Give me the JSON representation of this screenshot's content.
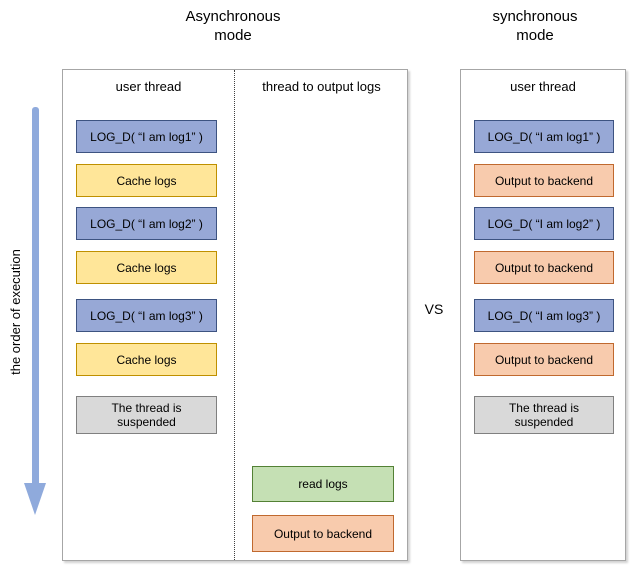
{
  "titles": {
    "async_line1": "Asynchronous",
    "async_line2": "mode",
    "sync_line1": "synchronous",
    "sync_line2": "mode",
    "vs_label": "VS"
  },
  "axis": {
    "order_label": "the order of execution"
  },
  "async_panel": {
    "user_thread_header": "user thread",
    "output_thread_header": "thread to output logs",
    "user_steps": [
      {
        "label": "LOG_D( “I am log1” )",
        "type": "log"
      },
      {
        "label": "Cache logs",
        "type": "cache"
      },
      {
        "label": "LOG_D( “I am log2” )",
        "type": "log"
      },
      {
        "label": "Cache logs",
        "type": "cache"
      },
      {
        "label": "LOG_D( “I am log3” )",
        "type": "log"
      },
      {
        "label": "Cache logs",
        "type": "cache"
      },
      {
        "label": "The thread is suspended",
        "type": "suspended"
      }
    ],
    "output_steps": [
      {
        "label": "read logs",
        "type": "read"
      },
      {
        "label": "Output to backend",
        "type": "output"
      }
    ]
  },
  "sync_panel": {
    "user_thread_header": "user thread",
    "user_steps": [
      {
        "label": "LOG_D( “I am log1” )",
        "type": "log"
      },
      {
        "label": "Output to backend",
        "type": "output"
      },
      {
        "label": "LOG_D( “I am log2” )",
        "type": "log"
      },
      {
        "label": "Output to backend",
        "type": "output"
      },
      {
        "label": "LOG_D( “I am log3” )",
        "type": "log"
      },
      {
        "label": "Output to backend",
        "type": "output"
      },
      {
        "label": "The thread is suspended",
        "type": "suspended"
      }
    ]
  },
  "colors": {
    "blue_fill": "#97A8D6",
    "blue_border": "#3D5381",
    "yellow_fill": "#FFE699",
    "yellow_border": "#BF9000",
    "orange_fill": "#F8CBAD",
    "orange_border": "#C0692F",
    "green_fill": "#C5E0B4",
    "green_border": "#538135",
    "gray_fill": "#D9D9D9",
    "gray_border": "#808080",
    "arrow": "#8FAADC",
    "panel_border": "#A6A6A6",
    "divider": "#404040"
  }
}
